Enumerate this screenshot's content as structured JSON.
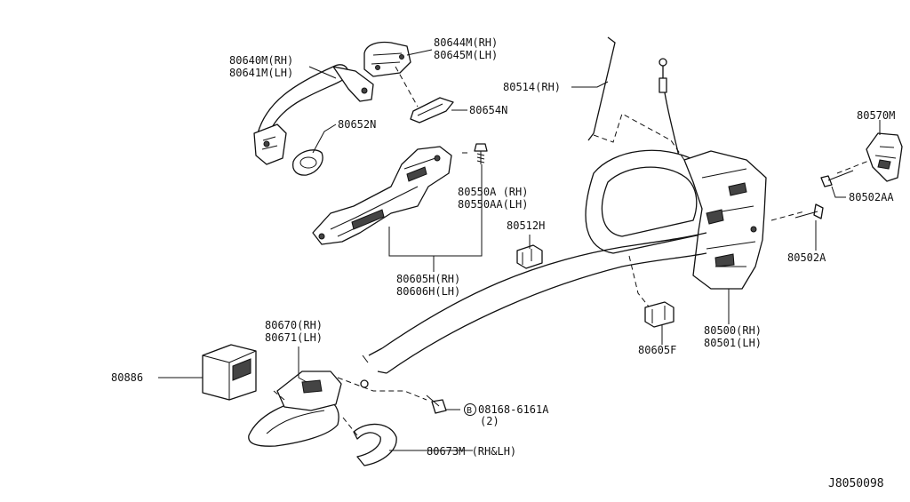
{
  "diagram_id": "J8050098",
  "callouts": {
    "p80640m": "80640M(RH)",
    "p80641m": "80641M(LH)",
    "p80644m": "80644M(RH)",
    "p80645m": "80645M(LH)",
    "p80652n": "80652N",
    "p80654n": "80654N",
    "p80514": "80514(RH)",
    "p80570m": "80570M",
    "p80550a": "80550A (RH)",
    "p80550aa": "80550AA(LH)",
    "p80512h": "80512H",
    "p80502aa": "80502AA",
    "p80502a": "80502A",
    "p80605h": "80605H(RH)",
    "p80606h": "80606H(LH)",
    "p80670": "80670(RH)",
    "p80671": "80671(LH)",
    "p80886": "80886",
    "p80500": "80500(RH)",
    "p80501": "80501(LH)",
    "p80605f": "80605F",
    "bolt_symbol": "B",
    "bolt_part": "08168-6161A",
    "bolt_qty": "(2)",
    "p80673m": "80673M (RH&LH)"
  }
}
